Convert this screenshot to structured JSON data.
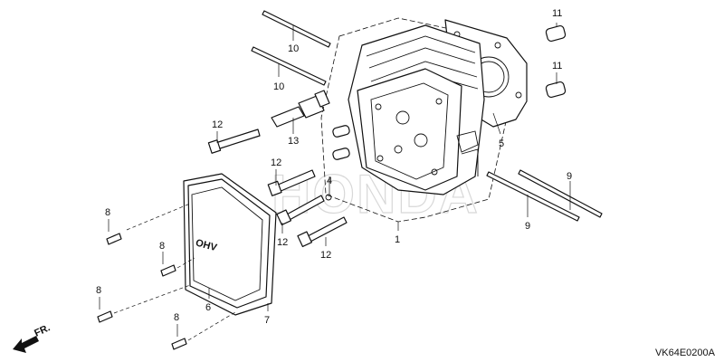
{
  "watermark": "HONDA",
  "cover_text": "OHV",
  "direction_label": "FR.",
  "reference_code": "VK64E0200A",
  "callouts": {
    "c1": "1",
    "c4": "4",
    "c5": "5",
    "c6": "6",
    "c7": "7",
    "c8a": "8",
    "c8b": "8",
    "c8c": "8",
    "c8d": "8",
    "c9a": "9",
    "c9b": "9",
    "c10a": "10",
    "c10b": "10",
    "c11a": "11",
    "c11b": "11",
    "c12a": "12",
    "c12b": "12",
    "c12c": "12",
    "c12d": "12",
    "c13": "13"
  }
}
